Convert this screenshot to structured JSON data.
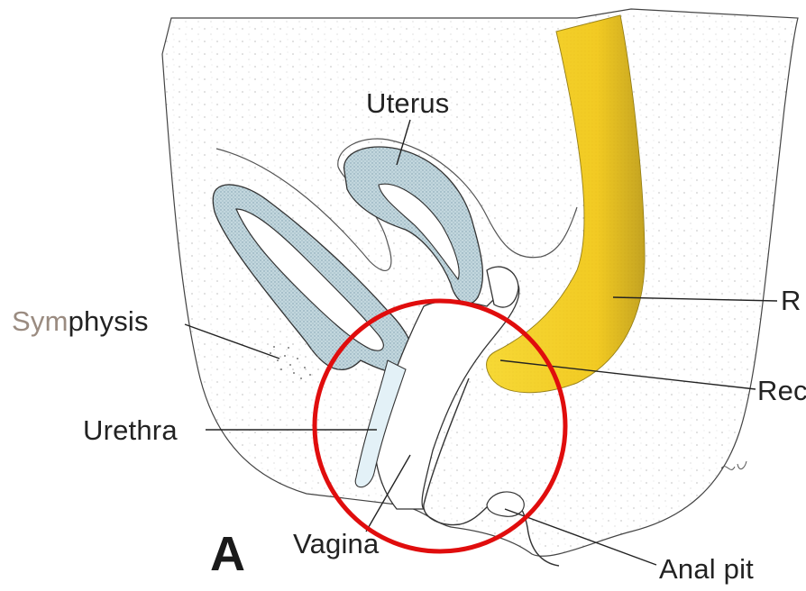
{
  "panel_letter": "A",
  "labels": {
    "uterus": "Uterus",
    "symphysis_prefix": "Sym",
    "symphysis_rest": "physis",
    "urethra": "Urethra",
    "vagina": "Vagina",
    "anal_pit": "Anal pit",
    "rectum_cut": "R",
    "recto_cut": "Rec"
  },
  "colors": {
    "rectum_fill": "#f2cf2a",
    "uterus_fill": "#b3cdd6",
    "highlight_circle": "#e00d0d",
    "outline": "#333333"
  }
}
